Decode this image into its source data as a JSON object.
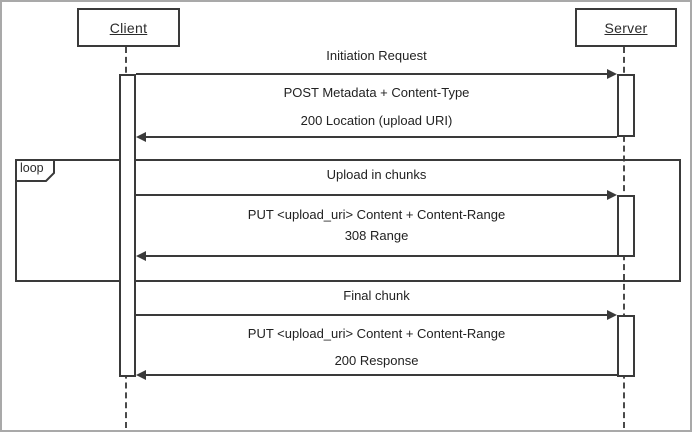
{
  "actors": {
    "client": "Client",
    "server": "Server"
  },
  "loop": {
    "keyword": "loop"
  },
  "sections": {
    "initiation": {
      "title": "Initiation Request",
      "request": "POST Metadata + Content-Type",
      "response": "200 Location (upload URI)"
    },
    "chunk_loop": {
      "title": "Upload in chunks",
      "request": "PUT <upload_uri> Content + Content-Range",
      "response": "308 Range"
    },
    "final": {
      "title": "Final chunk",
      "request": "PUT <upload_uri> Content + Content-Range",
      "response": "200 Response"
    }
  },
  "colors": {
    "line": "#3a3a3a",
    "text": "#222222",
    "background": "#ffffff",
    "outer_border": "#a9a9a9"
  }
}
